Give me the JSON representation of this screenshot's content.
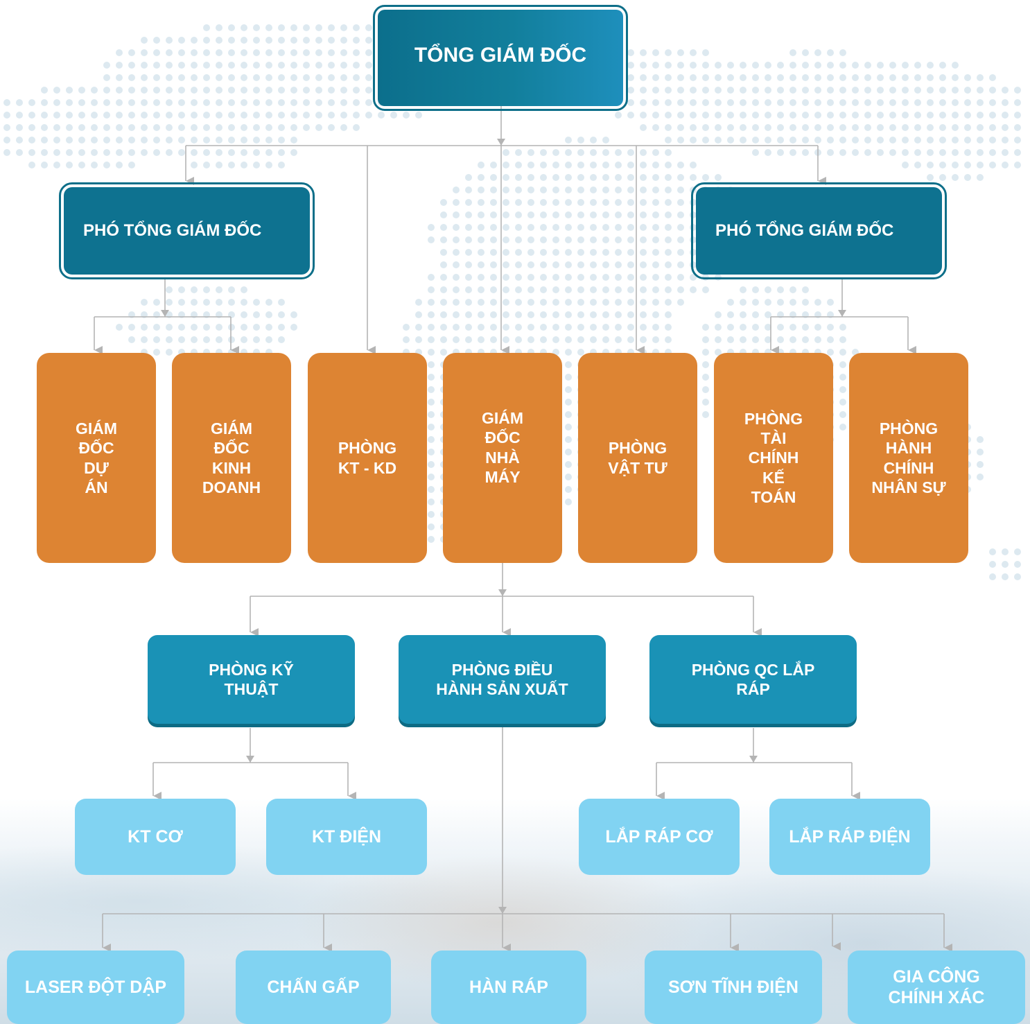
{
  "colors": {
    "top": "#0f7b97",
    "vice": "#0e7290",
    "department": "#dd8433",
    "sub_department": "#1a92b6",
    "unit": "#81d3f2",
    "connector": "#b4b4b4",
    "map_dots": "#dde9f0"
  },
  "nodes": {
    "ceo": "TỔNG GIÁM ĐỐC",
    "vp_left": "PHÓ TỔNG GIÁM ĐỐC",
    "vp_right": "PHÓ TỔNG GIÁM ĐỐC",
    "dept_project": "GIÁM\nĐỐC\nDỰ\nÁN",
    "dept_business": "GIÁM\nĐỐC\nKINH\nDOANH",
    "dept_ktkd": "PHÒNG\nKT - KD",
    "dept_factory": "GIÁM\nĐỐC\nNHÀ\nMÁY",
    "dept_supplies": "PHÒNG\nVẬT TƯ",
    "dept_finance": "PHÒNG\nTÀI\nCHÍNH\nKẾ\nTOÁN",
    "dept_hr": "PHÒNG\nHÀNH\nCHÍNH\nNHÂN SỰ",
    "sub_technical": "PHÒNG KỸ\nTHUẬT",
    "sub_production": "PHÒNG ĐIỀU\nHÀNH SẢN XUẤT",
    "sub_qc": "PHÒNG QC LẮP\nRÁP",
    "unit_kt_co": "KT CƠ",
    "unit_kt_dien": "KT ĐIỆN",
    "unit_lr_co": "LẮP RÁP CƠ",
    "unit_lr_dien": "LẮP RÁP ĐIỆN",
    "unit_laser": "LASER ĐỘT DẬP",
    "unit_chan_gap": "CHẤN GẤP",
    "unit_han_rap": "HÀN RÁP",
    "unit_son": "SƠN TĨNH ĐIỆN",
    "unit_gia_cong": "GIA CÔNG\nCHÍNH XÁC"
  }
}
